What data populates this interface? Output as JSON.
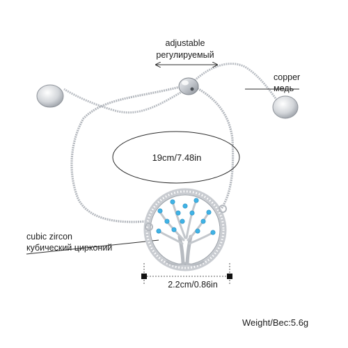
{
  "labels": {
    "adjustable_en": "adjustable",
    "adjustable_ru": "регулируемый",
    "copper_en": "copper",
    "copper_ru": "медь",
    "length": "19cm/7.48in",
    "zircon_en": "cubic zircon",
    "zircon_ru": "кубический цирконий",
    "width": "2.2cm/0.86in",
    "weight": "Weight/Bec:5.6g"
  },
  "colors": {
    "metal": "#c9ccd1",
    "metal_dark": "#8e939a",
    "stone_blue": "#3fb3e6",
    "annotation": "#2a2a2a"
  }
}
